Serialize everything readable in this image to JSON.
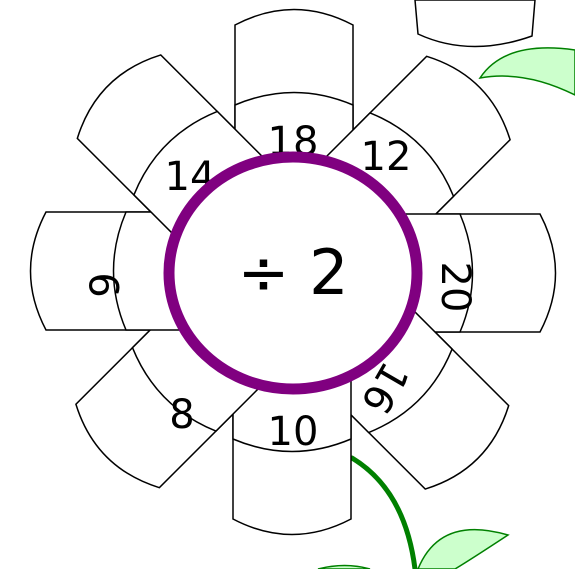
{
  "worksheet": {
    "operation_text": "÷ 2",
    "ring_color": "#800080",
    "leaf_fill": "#ccffcc",
    "stem_color": "#008000",
    "petal_numbers": [
      {
        "id": "top",
        "value": "18"
      },
      {
        "id": "top-right",
        "value": "12"
      },
      {
        "id": "right",
        "value": "20"
      },
      {
        "id": "bottom-right",
        "value": "16"
      },
      {
        "id": "bottom",
        "value": "10"
      },
      {
        "id": "bottom-left",
        "value": "8"
      },
      {
        "id": "left",
        "value": "9"
      },
      {
        "id": "top-left",
        "value": "14"
      }
    ]
  }
}
